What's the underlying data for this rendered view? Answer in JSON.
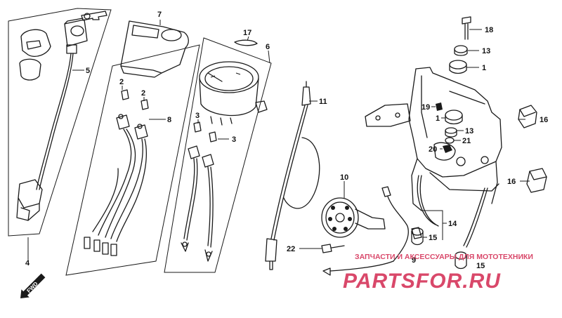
{
  "callouts": {
    "c1a": "1",
    "c1b": "1",
    "c2a": "2",
    "c2b": "2",
    "c3a": "3",
    "c3b": "3",
    "c4": "4",
    "c5": "5",
    "c6": "6",
    "c7": "7",
    "c8": "8",
    "c9": "9",
    "c10": "10",
    "c11": "11",
    "c13a": "13",
    "c13b": "13",
    "c14": "14",
    "c15a": "15",
    "c15b": "15",
    "c16a": "16",
    "c16b": "16",
    "c17": "17",
    "c18": "18",
    "c19": "19",
    "c20": "20",
    "c21": "21",
    "c22": "22"
  },
  "direction_label": "FWD",
  "watermark": {
    "top_text": "ЗАПЧАСТИ И АКСЕССУАРЫ ДЛЯ МОТОТЕХНИКИ",
    "brand": "PARTSFOR.RU",
    "color": "#d9486a"
  },
  "colors": {
    "line": "#1a1a1a",
    "background": "#ffffff"
  }
}
